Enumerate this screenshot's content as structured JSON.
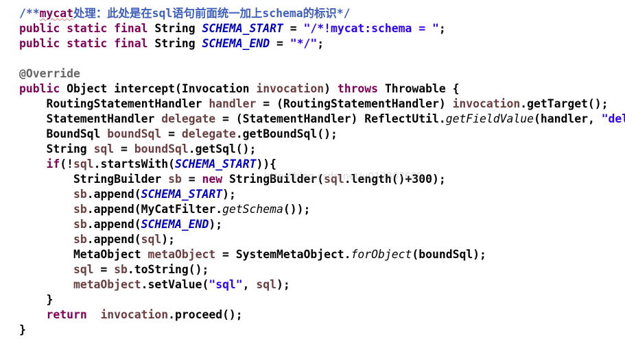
{
  "editor": {
    "watermark": "http://blog.csdn.net/u012867699",
    "lines": [
      [
        [
          "comment",
          "/**"
        ],
        [
          "doc-kw",
          "mycat"
        ],
        [
          "comment",
          "处理：此处是在sql语句前面统一加上schema的标识*/"
        ]
      ],
      [
        [
          "kw",
          "public static final "
        ],
        [
          "plain",
          "String "
        ],
        [
          "const",
          "SCHEMA_START"
        ],
        [
          "plain",
          " = "
        ],
        [
          "str",
          "\"/*!mycat:schema = \""
        ],
        [
          "plain",
          ";"
        ]
      ],
      [
        [
          "kw",
          "public static final "
        ],
        [
          "plain",
          "String "
        ],
        [
          "const",
          "SCHEMA_END"
        ],
        [
          "plain",
          " = "
        ],
        [
          "str",
          "\"*/\""
        ],
        [
          "plain",
          ";"
        ]
      ],
      [],
      [
        [
          "ann",
          "@Override"
        ]
      ],
      [
        [
          "kw",
          "public "
        ],
        [
          "plain",
          "Object intercept(Invocation "
        ],
        [
          "local",
          "invocation"
        ],
        [
          "plain",
          ") "
        ],
        [
          "kw",
          "throws "
        ],
        [
          "plain",
          "Throwable {"
        ]
      ],
      [
        [
          "plain",
          "    RoutingStatementHandler "
        ],
        [
          "local",
          "handler"
        ],
        [
          "plain",
          " = (RoutingStatementHandler) "
        ],
        [
          "local",
          "invocation"
        ],
        [
          "plain",
          ".getTarget();"
        ]
      ],
      [
        [
          "plain",
          "    StatementHandler "
        ],
        [
          "local",
          "delegate"
        ],
        [
          "plain",
          " = (StatementHandler) ReflectUtil."
        ],
        [
          "static-call",
          "getFieldValue"
        ],
        [
          "plain",
          "(handler, "
        ],
        [
          "str",
          "\"delegate\""
        ],
        [
          "plain",
          ");"
        ]
      ],
      [
        [
          "plain",
          "    BoundSql "
        ],
        [
          "local",
          "boundSql"
        ],
        [
          "plain",
          " = "
        ],
        [
          "local",
          "delegate"
        ],
        [
          "plain",
          ".getBoundSql();"
        ]
      ],
      [
        [
          "plain",
          "    String "
        ],
        [
          "local",
          "sql"
        ],
        [
          "plain",
          " = "
        ],
        [
          "local",
          "boundSql"
        ],
        [
          "plain",
          ".getSql();"
        ]
      ],
      [
        [
          "plain",
          "    "
        ],
        [
          "kw",
          "if"
        ],
        [
          "plain",
          "(!"
        ],
        [
          "local",
          "sql"
        ],
        [
          "plain",
          ".startsWith("
        ],
        [
          "const",
          "SCHEMA_START"
        ],
        [
          "plain",
          ")){"
        ]
      ],
      [
        [
          "plain",
          "        StringBuilder "
        ],
        [
          "local",
          "sb"
        ],
        [
          "plain",
          " = "
        ],
        [
          "kw",
          "new "
        ],
        [
          "plain",
          "StringBuilder("
        ],
        [
          "local",
          "sql"
        ],
        [
          "plain",
          ".length()+300);"
        ]
      ],
      [
        [
          "plain",
          "        "
        ],
        [
          "local",
          "sb"
        ],
        [
          "plain",
          ".append("
        ],
        [
          "const",
          "SCHEMA_START"
        ],
        [
          "plain",
          ");"
        ]
      ],
      [
        [
          "plain",
          "        "
        ],
        [
          "local",
          "sb"
        ],
        [
          "plain",
          ".append(MyCatFilter."
        ],
        [
          "static-call",
          "getSchema"
        ],
        [
          "plain",
          "());"
        ]
      ],
      [
        [
          "plain",
          "        "
        ],
        [
          "local",
          "sb"
        ],
        [
          "plain",
          ".append("
        ],
        [
          "const",
          "SCHEMA_END"
        ],
        [
          "plain",
          ");"
        ]
      ],
      [
        [
          "plain",
          "        "
        ],
        [
          "local",
          "sb"
        ],
        [
          "plain",
          ".append("
        ],
        [
          "local",
          "sql"
        ],
        [
          "plain",
          ");"
        ]
      ],
      [
        [
          "plain",
          "        MetaObject "
        ],
        [
          "local",
          "metaObject"
        ],
        [
          "plain",
          " = SystemMetaObject."
        ],
        [
          "static-call",
          "forObject"
        ],
        [
          "plain",
          "(boundSql);"
        ]
      ],
      [
        [
          "plain",
          "        "
        ],
        [
          "local",
          "sql"
        ],
        [
          "plain",
          " = "
        ],
        [
          "local",
          "sb"
        ],
        [
          "plain",
          ".toString();"
        ]
      ],
      [
        [
          "plain",
          "        "
        ],
        [
          "local",
          "metaObject"
        ],
        [
          "plain",
          ".setValue("
        ],
        [
          "str",
          "\"sql\""
        ],
        [
          "plain",
          ", "
        ],
        [
          "local",
          "sql"
        ],
        [
          "plain",
          ");"
        ]
      ],
      [
        [
          "plain",
          "    }"
        ]
      ],
      [
        [
          "plain",
          "    "
        ],
        [
          "kw",
          "return  "
        ],
        [
          "local",
          "invocation"
        ],
        [
          "plain",
          ".proceed();"
        ]
      ],
      [
        [
          "plain",
          "}"
        ]
      ]
    ]
  }
}
